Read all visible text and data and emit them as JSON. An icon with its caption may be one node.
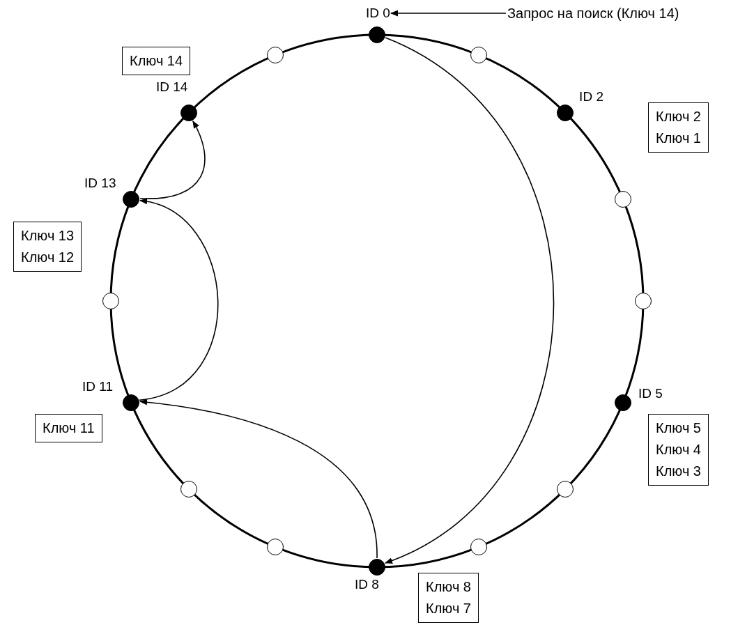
{
  "diagram": {
    "nodes": [
      {
        "text": [
          "Запрос на поиск (Ключ 14)"
        ]
      },
      {
        "text": [
          "ID 0"
        ]
      },
      {
        "text": [],
        "shape": "circle"
      },
      {
        "text": [
          "ID 2"
        ]
      },
      {
        "text": [],
        "shape": "circle"
      },
      {
        "text": [],
        "shape": "circle"
      },
      {
        "text": [
          "ID 5"
        ]
      },
      {
        "text": [],
        "shape": "circle"
      },
      {
        "text": [],
        "shape": "circle"
      },
      {
        "text": [
          "ID 8"
        ]
      },
      {
        "text": [],
        "shape": "circle"
      },
      {
        "text": [],
        "shape": "circle"
      },
      {
        "text": [
          "ID 11"
        ]
      },
      {
        "text": [],
        "shape": "circle"
      },
      {
        "text": [
          "ID 13"
        ]
      },
      {
        "text": [
          "ID 14"
        ]
      },
      {
        "text": [],
        "shape": "circle"
      },
      {
        "text": [
          "Ключ 14"
        ]
      },
      {
        "text": [
          "Ключ 2",
          "Ключ 1"
        ]
      },
      {
        "text": [
          "Ключ 13",
          "Ключ 12"
        ]
      },
      {
        "text": [
          "Ключ 11"
        ]
      },
      {
        "text": [
          "Ключ 5",
          "Ключ 4",
          "Ключ 3"
        ]
      },
      {
        "text": [
          "Ключ 8",
          "Ключ 7"
        ]
      }
    ],
    "edges": [
      {
        "from": 0,
        "to": 1,
        "arrow": "to"
      },
      {
        "from": 1,
        "to": 9,
        "arrow": "to"
      },
      {
        "from": 9,
        "to": 12,
        "arrow": "to"
      },
      {
        "from": 12,
        "to": 14,
        "arrow": "to"
      },
      {
        "from": 14,
        "to": 15,
        "arrow": "to"
      }
    ]
  }
}
